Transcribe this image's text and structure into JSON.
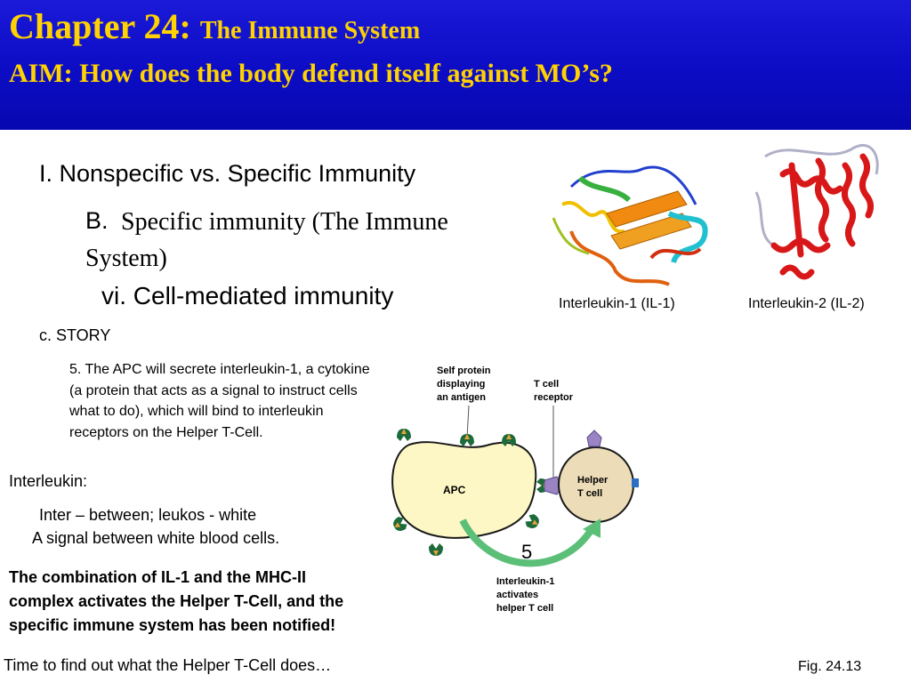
{
  "header": {
    "chapter": "Chapter 24:",
    "chapter_title": "The Immune System",
    "aim": "AIM: How does the body defend itself  against MO’s?"
  },
  "outline": {
    "level1": "I. Nonspecific vs. Specific Immunity",
    "level2_prefix": "B.",
    "level2_line1": "Specific immunity (The Immune",
    "level2_line2": "System)",
    "level3": "vi. Cell-mediated immunity",
    "level4": "c. STORY"
  },
  "story": {
    "step": "5. The APC will secrete interleukin-1, a cytokine (a protein that acts as a signal to instruct cells what to do), which will bind to interleukin receptors on the Helper T-Cell."
  },
  "interleukin": {
    "heading": "Interleukin:",
    "etymology": "Inter – between; leukos - white",
    "meaning": "A signal between white blood cells."
  },
  "conclusion": {
    "line1": "The combination of IL-1 and the MHC-II",
    "line2": "complex activates the Helper T-Cell, and the",
    "line3": "specific immune system has been notified!"
  },
  "footer": {
    "teaser": "Time to find out what the Helper T-Cell does…",
    "figure_ref": "Fig. 24.13"
  },
  "proteins": {
    "il1_caption": "Interleukin-1 (IL-1)",
    "il2_caption": "Interleukin-2 (IL-2)"
  },
  "diagram": {
    "self_protein_l1": "Self protein",
    "self_protein_l2": "displaying",
    "self_protein_l3": "an antigen",
    "tcr_l1": "T cell",
    "tcr_l2": "receptor",
    "apc_label": "APC",
    "helper_l1": "Helper",
    "helper_l2": "T cell",
    "step_number": "5",
    "il1_l1": "Interleukin-1",
    "il1_l2": "activates",
    "il1_l3": "helper T cell"
  },
  "colors": {
    "header_bg": "#0c0cc4",
    "header_text": "#ffd200",
    "apc_fill": "#fcf7c4",
    "helper_fill": "#ecdcb8",
    "receptor_green": "#1d6b3a",
    "antigen_orange": "#e8a23a",
    "arrow_green": "#5cbf78",
    "tcr_purple": "#9a84c4"
  }
}
